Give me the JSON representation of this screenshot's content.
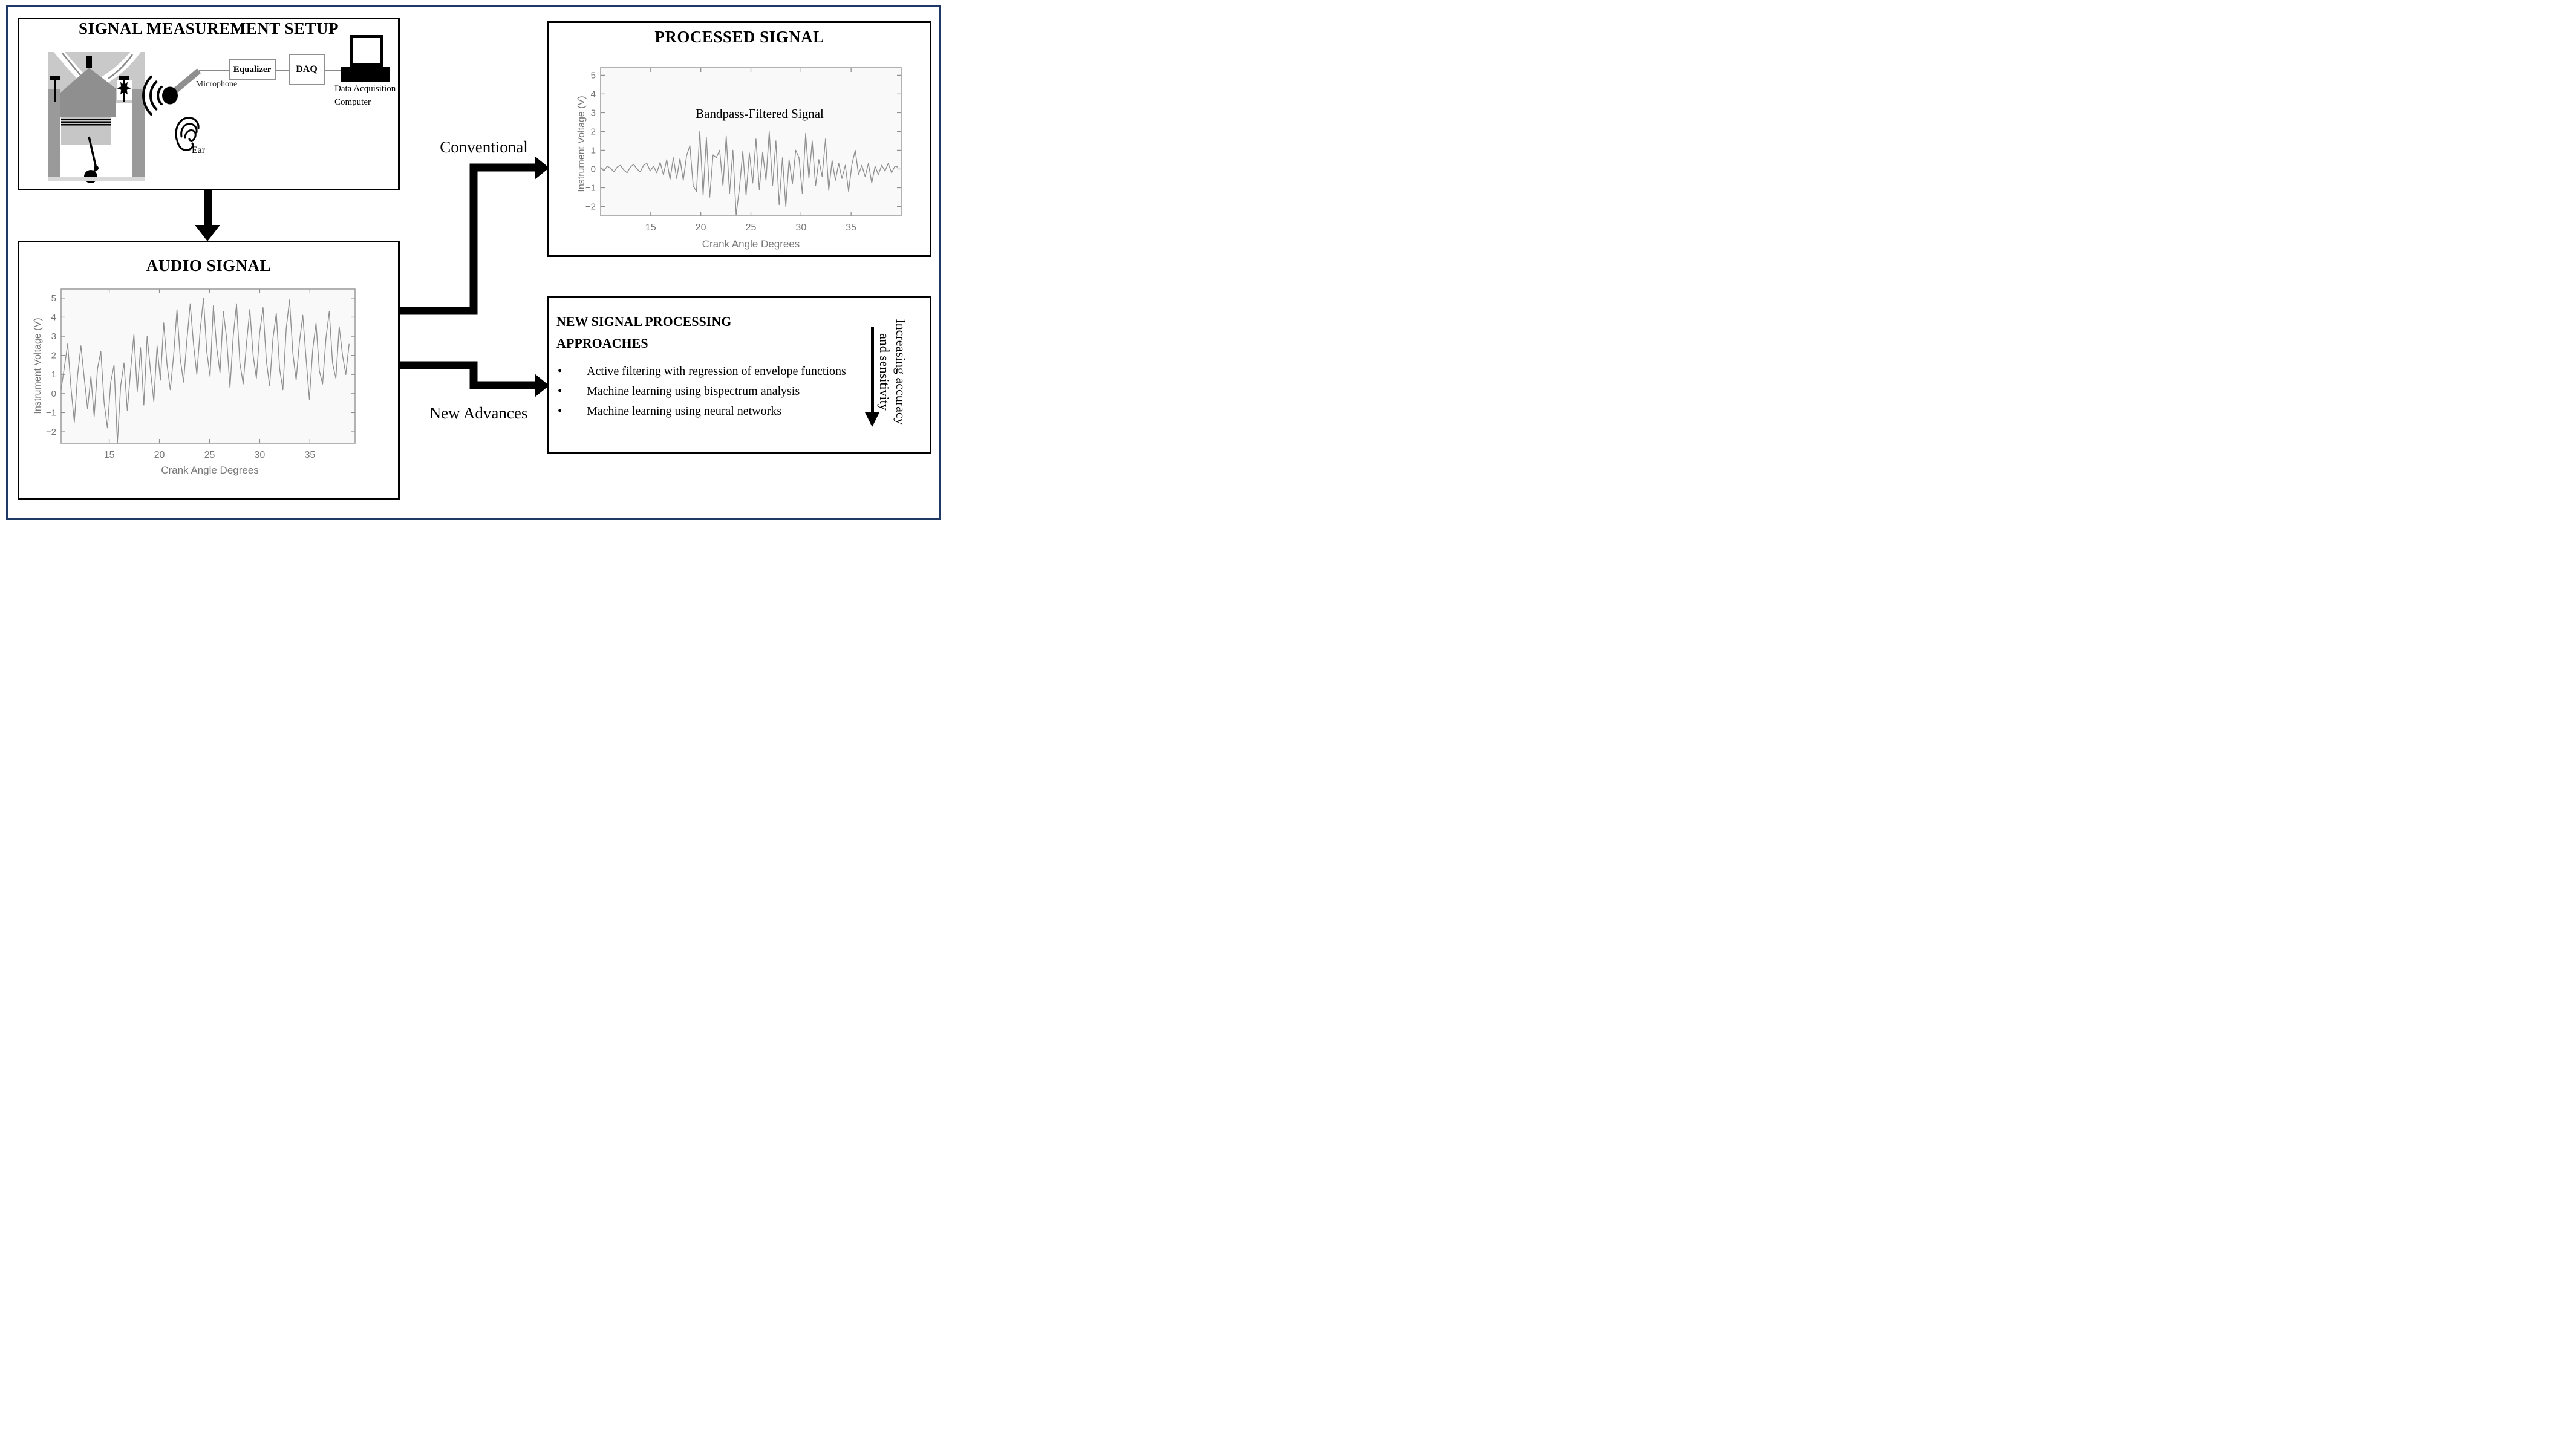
{
  "figure": {
    "border_color": "#1f3864"
  },
  "setup": {
    "title": "SIGNAL MEASUREMENT SETUP",
    "microphone_label": "Microphone",
    "ear_label": "Ear",
    "equalizer_label": "Equalizer",
    "daq_label": "DAQ",
    "computer_label_line1": "Data Acquisition",
    "computer_label_line2": "Computer"
  },
  "flow": {
    "conventional_label": "Conventional",
    "new_advances_label": "New Advances"
  },
  "approaches": {
    "title_line1": "NEW SIGNAL PROCESSING",
    "title_line2": "APPROACHES",
    "bullet_glyph": "•",
    "bullets": [
      "Active filtering with regression of envelope functions",
      "Machine learning using bispectrum analysis",
      "Machine learning using neural networks"
    ],
    "side_note_line1": "Increasing accuracy",
    "side_note_line2": "and sensitivity"
  },
  "chart_data": [
    {
      "type": "line",
      "title": "AUDIO SIGNAL",
      "xlabel": "Crank Angle Degrees",
      "ylabel": "Instrument Voltage (V)",
      "legend": "none",
      "grid": false,
      "line_color": "#8f8f8f",
      "x_ticks": [
        15,
        20,
        25,
        30,
        35
      ],
      "y_ticks": [
        5,
        4,
        3,
        2,
        1,
        0,
        -1,
        -2
      ],
      "xlim": [
        10.2,
        39.5
      ],
      "ylim": [
        -2.6,
        5.47
      ],
      "x_start": 10.2,
      "x_step": 0.33,
      "values": [
        0.2,
        1.4,
        2.6,
        0.3,
        -1.5,
        1.0,
        2.5,
        0.8,
        -0.8,
        0.9,
        -1.2,
        1.3,
        2.2,
        -0.5,
        -1.8,
        0.6,
        1.5,
        -2.6,
        0.4,
        1.6,
        -0.9,
        1.2,
        3.1,
        0.1,
        2.4,
        -0.6,
        3.0,
        1.2,
        -0.4,
        2.5,
        0.7,
        3.7,
        1.5,
        0.2,
        2.0,
        4.4,
        1.8,
        0.6,
        2.8,
        4.7,
        2.6,
        1.0,
        3.3,
        5.0,
        2.2,
        0.9,
        4.6,
        2.4,
        1.1,
        4.3,
        2.9,
        0.3,
        3.0,
        4.7,
        1.6,
        0.5,
        2.6,
        4.4,
        2.0,
        0.8,
        3.2,
        4.5,
        1.7,
        0.4,
        2.9,
        4.2,
        1.3,
        0.2,
        3.4,
        4.9,
        2.1,
        0.7,
        2.7,
        4.1,
        1.8,
        -0.3,
        2.3,
        3.7,
        1.2,
        0.5,
        2.9,
        4.3,
        1.6,
        0.8,
        3.5,
        2.0,
        1.0,
        2.6
      ]
    },
    {
      "type": "line",
      "title": "PROCESSED SIGNAL",
      "annotation": "Bandpass-Filtered Signal",
      "xlabel": "Crank Angle Degrees",
      "ylabel": "Instrument Voltage (V)",
      "legend": "none",
      "grid": false,
      "line_color": "#8f8f8f",
      "x_ticks": [
        15,
        20,
        25,
        30,
        35
      ],
      "y_ticks": [
        5,
        4,
        3,
        2,
        1,
        0,
        -1,
        -2
      ],
      "xlim": [
        10,
        40
      ],
      "ylim": [
        -2.5,
        5.4
      ],
      "x_start": 10,
      "x_step": 0.33,
      "values": [
        0.1,
        -0.1,
        0.15,
        0.05,
        -0.15,
        0.1,
        0.2,
        -0.05,
        -0.2,
        0.1,
        0.25,
        0.0,
        -0.15,
        0.2,
        0.3,
        -0.1,
        0.15,
        -0.2,
        0.35,
        -0.3,
        0.5,
        -0.55,
        0.6,
        -0.5,
        0.55,
        -0.6,
        0.7,
        1.25,
        -0.9,
        -1.2,
        2.0,
        -1.4,
        1.7,
        -1.5,
        0.75,
        0.6,
        1.0,
        -0.9,
        1.75,
        -1.3,
        1.0,
        -2.45,
        -1.0,
        0.95,
        -1.4,
        0.85,
        -0.75,
        1.6,
        -1.1,
        0.9,
        -0.6,
        2.0,
        -0.9,
        1.5,
        -1.9,
        0.6,
        -2.0,
        0.5,
        -0.8,
        1.0,
        0.6,
        -1.3,
        1.9,
        -0.5,
        1.5,
        -0.9,
        0.5,
        -0.4,
        1.6,
        -1.15,
        0.45,
        -0.6,
        0.3,
        -0.5,
        0.2,
        -1.2,
        0.25,
        1.0,
        -0.3,
        0.2,
        -0.4,
        0.3,
        -0.75,
        0.15,
        -0.3,
        0.2,
        -0.1,
        0.3,
        -0.2,
        0.15,
        0.1
      ]
    }
  ]
}
